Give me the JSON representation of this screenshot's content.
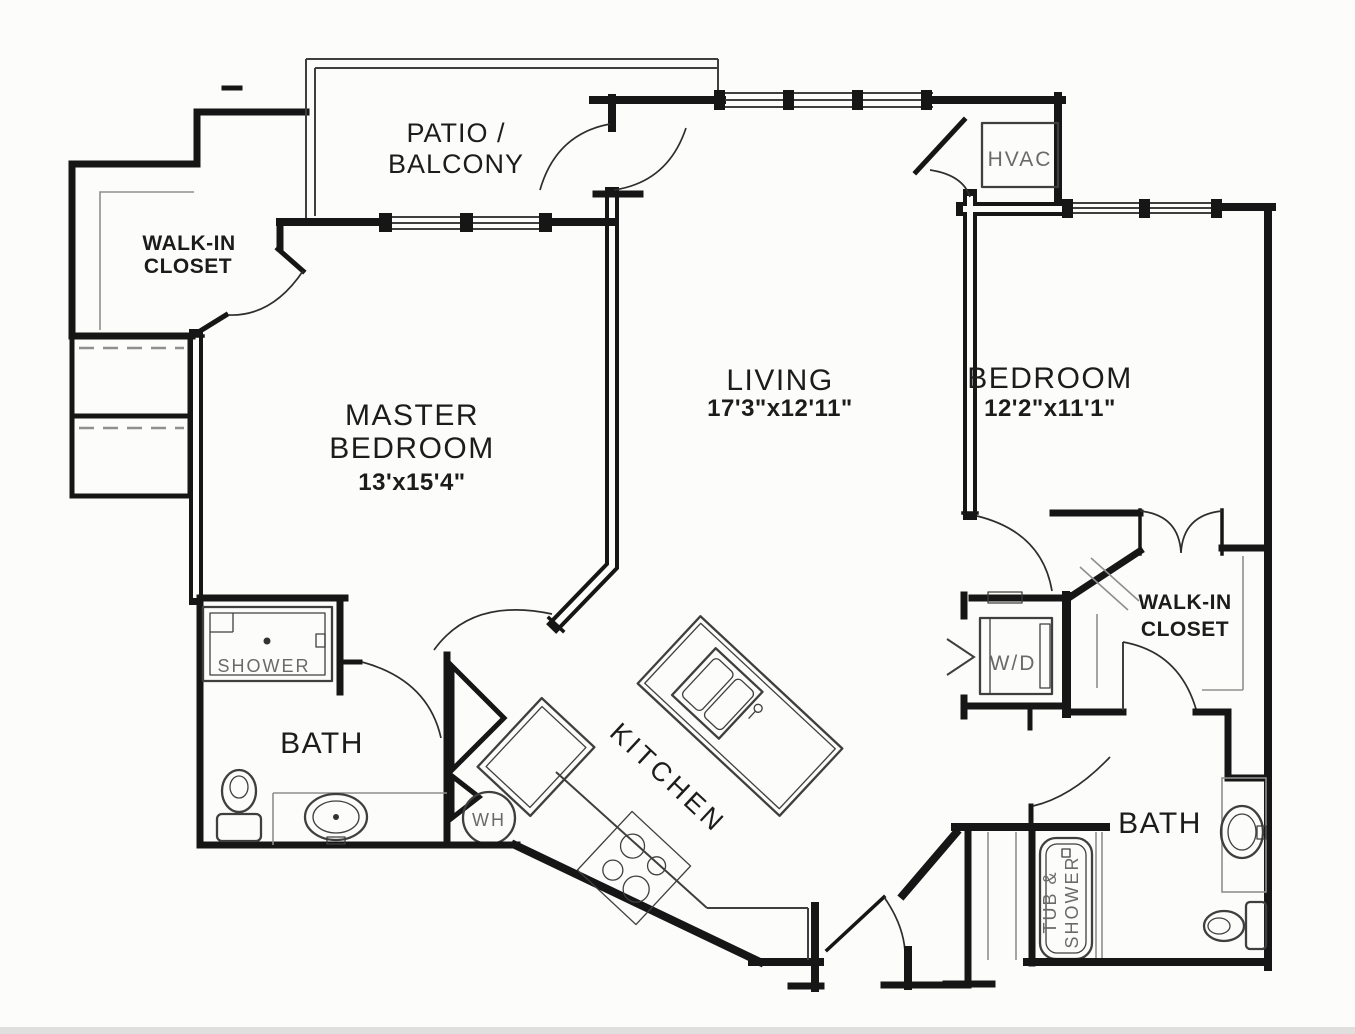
{
  "rooms": {
    "patio": {
      "line1": "PATIO /",
      "line2": "BALCONY"
    },
    "master_bedroom": {
      "line1": "MASTER",
      "line2": "BEDROOM",
      "dims": "13'x15'4\""
    },
    "living": {
      "name": "LIVING",
      "dims": "17'3\"x12'11\""
    },
    "bedroom": {
      "name": "BEDROOM",
      "dims": "12'2\"x11'1\""
    },
    "master_closet": {
      "line1": "WALK-IN",
      "line2": "CLOSET"
    },
    "bedroom_closet": {
      "line1": "WALK-IN",
      "line2": "CLOSET"
    },
    "master_bath": {
      "name": "BATH"
    },
    "second_bath": {
      "name": "BATH"
    },
    "kitchen": {
      "name": "KITCHEN"
    }
  },
  "fixtures": {
    "hvac": "HVAC",
    "shower": "SHOWER",
    "washer_dryer": "W/D",
    "water_heater": "WH",
    "tub": {
      "line1": "TUB &",
      "line2": "SHOWER"
    }
  },
  "colors": {
    "wall": "#161616",
    "fixture_line": "#3f3f3f",
    "detail_line": "#8f8f8f",
    "room_label": "#1c1c1c",
    "fixture_label": "#6a6a6a",
    "background": "#fcfcfb"
  }
}
